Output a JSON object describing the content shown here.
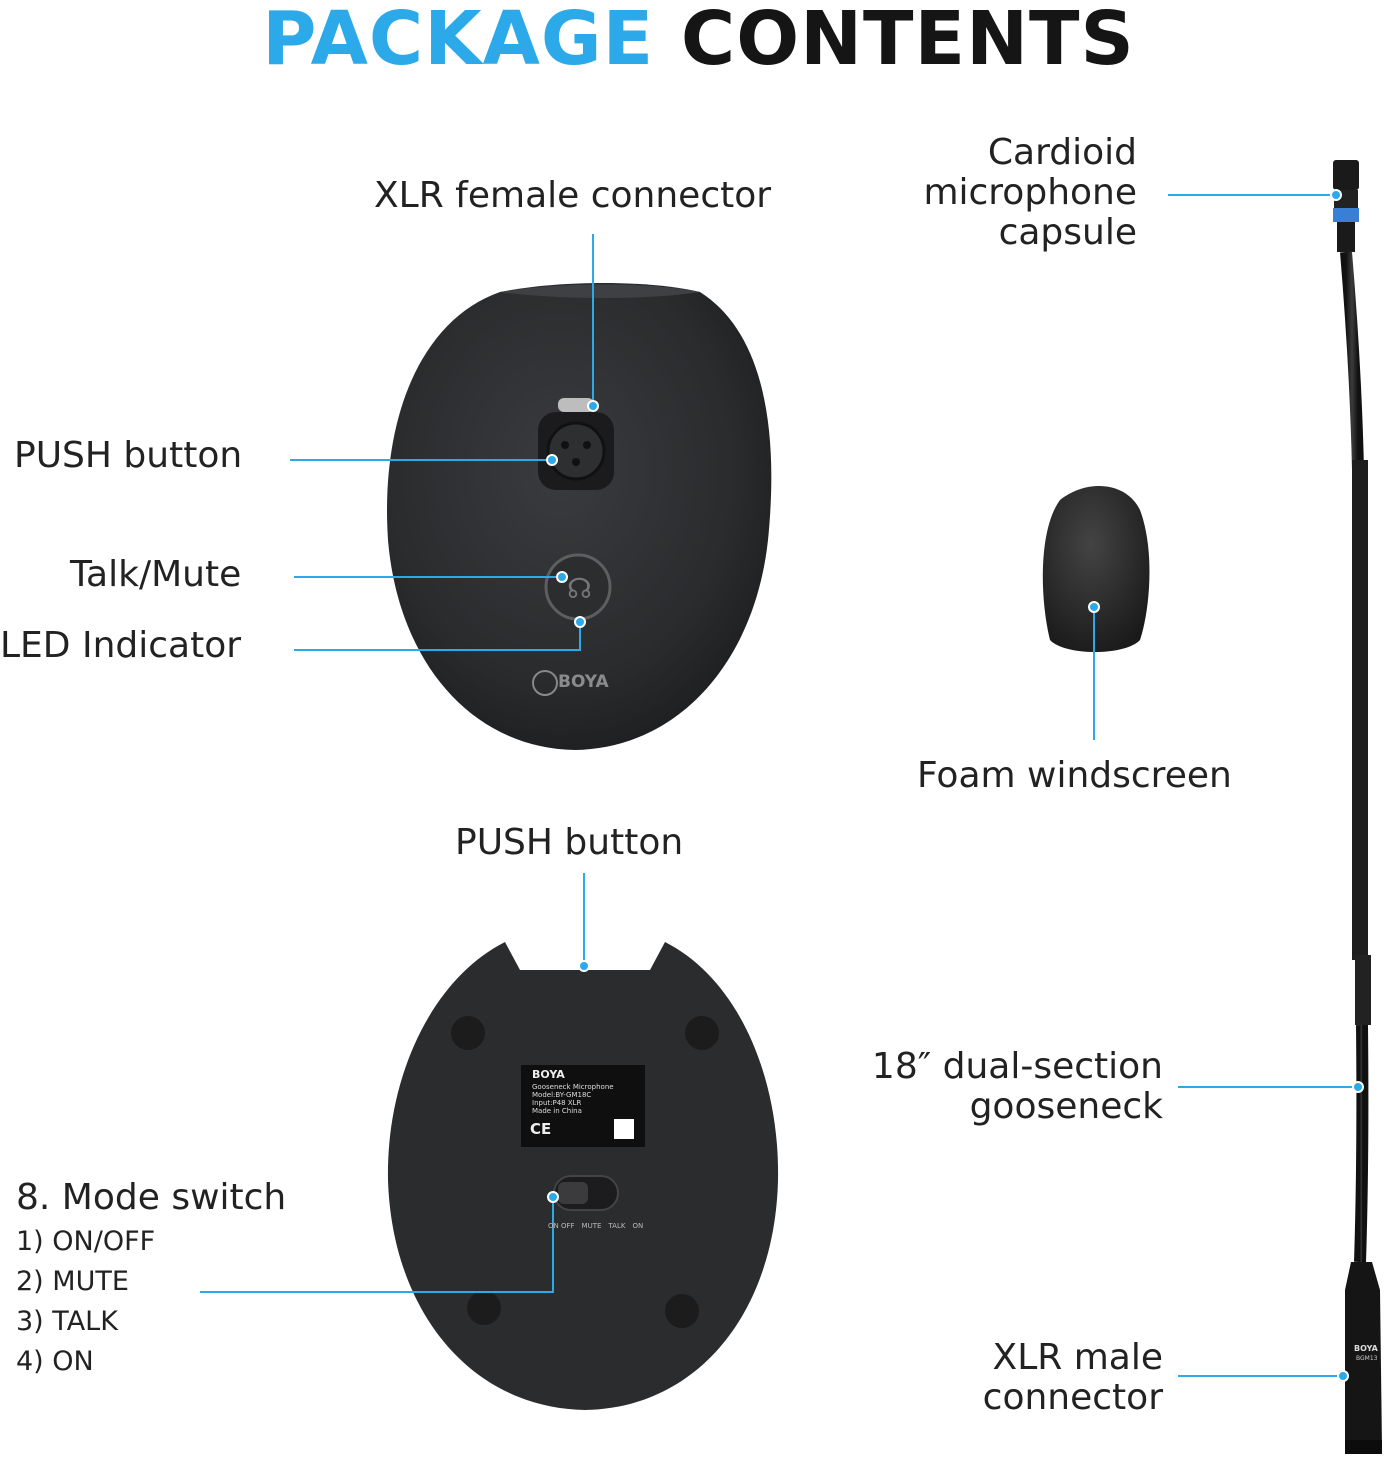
{
  "title": {
    "part1": "PACKAGE",
    "part2": "CONTENTS"
  },
  "labels": {
    "xlr_female": "XLR female connector",
    "push_button_top": "PUSH button",
    "talk_mute": "Talk/Mute",
    "led_indicator": "LED Indicator",
    "push_button_bottom": "PUSH button",
    "mode_switch": "8. Mode switch",
    "mode_options": [
      "1) ON/OFF",
      "2) MUTE",
      "3) TALK",
      "4) ON"
    ],
    "capsule": [
      "Cardioid",
      "microphone",
      "capsule"
    ],
    "foam": "Foam windscreen",
    "gooseneck": [
      "18″ dual-section",
      "gooseneck"
    ],
    "xlr_male": [
      "XLR male",
      "connector"
    ]
  },
  "device_text": {
    "brand": "BOYA",
    "sticker_lines": [
      "Gooseneck Microphone",
      "Model:BY-GM18C",
      "Input:P48 XLR",
      "Made in China"
    ],
    "ce": "CE",
    "switch_marks": [
      "ON OFF",
      "MUTE",
      "TALK",
      "ON"
    ],
    "mic_model": "BGM13"
  },
  "colors": {
    "accent": "#2ba9e8",
    "dark": "#151515",
    "device": "#2a2b2d"
  }
}
